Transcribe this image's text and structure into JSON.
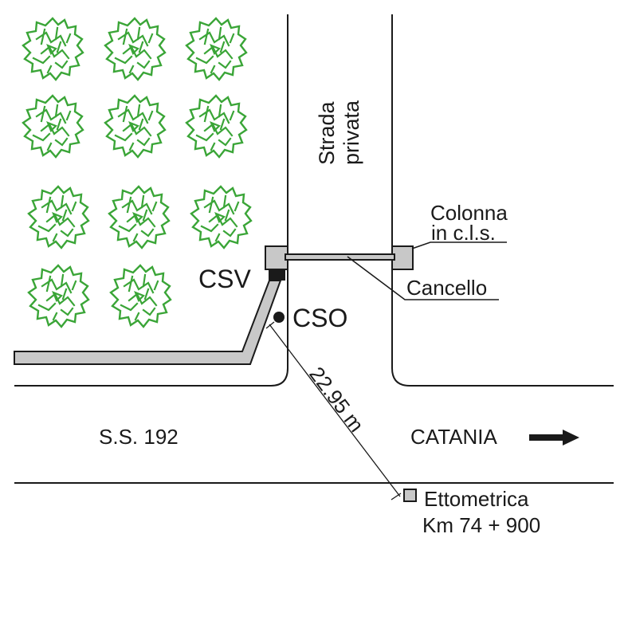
{
  "labels": {
    "strada_line1": "Strada",
    "strada_line2": "privata",
    "colonna_line1": "Colonna",
    "colonna_line2": "in c.l.s.",
    "cancello": "Cancello",
    "csv": "CSV",
    "cso": "CSO",
    "distance": "22.95 m",
    "road": "S.S. 192",
    "direction": "CATANIA",
    "ettometrica_line1": "Ettometrica",
    "ettometrica_line2": "Km 74 + 900"
  },
  "icons": {
    "tree": "tree-symbol",
    "direction_arrow": "arrow-right"
  },
  "colors": {
    "tree": "#3aa537",
    "fill_gray": "#c8c8c8",
    "line": "#1a1a1a"
  }
}
